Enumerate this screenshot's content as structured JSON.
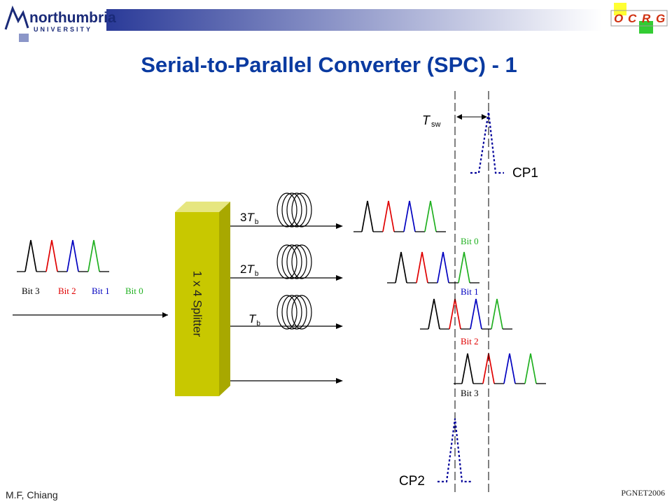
{
  "header": {
    "logo_word": "northumbria",
    "logo_sub": "UNIVERSITY",
    "badge_letters": [
      "O",
      "C",
      "R",
      "G"
    ]
  },
  "title": "Serial-to-Parallel Converter (SPC) - 1",
  "input": {
    "bits": [
      {
        "label": "Bit 3",
        "color": "#000000"
      },
      {
        "label": "Bit 2",
        "color": "#e00000"
      },
      {
        "label": "Bit 1",
        "color": "#0000c0"
      },
      {
        "label": "Bit 0",
        "color": "#20b020"
      }
    ]
  },
  "splitter": {
    "label": "1 x 4 Splitter",
    "color": "#c8c800"
  },
  "delays": [
    {
      "prefix": "3",
      "symbol": "T",
      "sub": "b"
    },
    {
      "prefix": "2",
      "symbol": "T",
      "sub": "b"
    },
    {
      "prefix": "",
      "symbol": "T",
      "sub": "b"
    }
  ],
  "outputs": [
    {
      "label": "Bit 0",
      "color": "#20b020"
    },
    {
      "label": "Bit 1",
      "color": "#0000c0"
    },
    {
      "label": "Bit 2",
      "color": "#e00000"
    },
    {
      "label": "Bit 3",
      "color": "#000000"
    }
  ],
  "control": {
    "tsw_symbol": "T",
    "tsw_sub": "sw",
    "cp1": "CP1",
    "cp2": "CP2",
    "pulse_color": "#00009a"
  },
  "footer": {
    "author": "M.F, Chiang",
    "event": "PGNET2006"
  },
  "colors": {
    "title": "#0a3aa0",
    "header_bar": "#3c4aa0"
  }
}
